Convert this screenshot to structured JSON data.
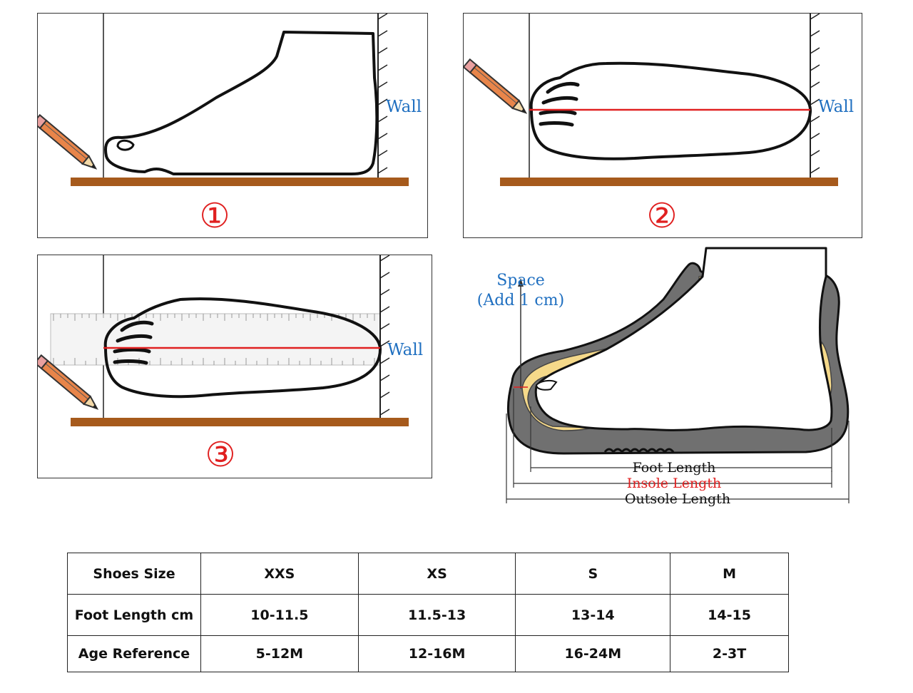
{
  "panels": {
    "step1": {
      "wall_label": "Wall",
      "step_number": "①"
    },
    "step2": {
      "wall_label": "Wall",
      "step_number": "②"
    },
    "step3": {
      "wall_label": "Wall",
      "step_number": "③"
    }
  },
  "shoe_diagram": {
    "space_label_line1": "Space",
    "space_label_line2": "(Add 1 cm)",
    "foot_length_label": "Foot Length",
    "insole_length_label": "Insole Length",
    "outsole_length_label": "Outsole Length"
  },
  "colors": {
    "wall_label": "#1f6fc0",
    "step_number": "#e02020",
    "floor_bar": "#a65a1c",
    "measure_line": "#e02020",
    "insole": "#f5d98a",
    "shoe_shell": "#707070"
  },
  "size_table": {
    "rows": [
      {
        "header": "Shoes Size",
        "cells": [
          "XXS",
          "XS",
          "S",
          "M"
        ]
      },
      {
        "header": "Foot Length cm",
        "cells": [
          "10-11.5",
          "11.5-13",
          "13-14",
          "14-15"
        ]
      },
      {
        "header": "Age Reference",
        "cells": [
          "5-12M",
          "12-16M",
          "16-24M",
          "2-3T"
        ]
      }
    ]
  }
}
